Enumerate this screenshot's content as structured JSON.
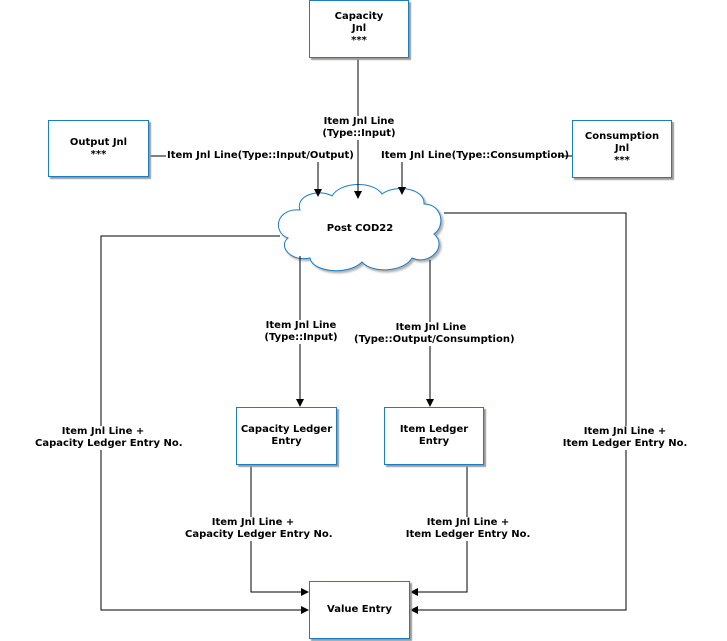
{
  "nodes": {
    "capacity_jnl": {
      "line1": "Capacity",
      "line2": "Jnl",
      "line3": "***"
    },
    "output_jnl": {
      "line1": "Output Jnl",
      "line2": "***"
    },
    "consumption_jnl": {
      "line1": "Consumption",
      "line2": "Jnl",
      "line3": "***"
    },
    "post": {
      "label": "Post COD22"
    },
    "capacity_ledger_entry": {
      "line1": "Capacity Ledger",
      "line2": "Entry"
    },
    "item_ledger_entry": {
      "line1": "Item Ledger",
      "line2": "Entry"
    },
    "value_entry": {
      "label": "Value Entry"
    }
  },
  "edges": {
    "capacity_to_post": {
      "line1": "Item Jnl Line",
      "line2": "(Type::Input)"
    },
    "output_to_post": {
      "label": "Item Jnl Line(Type::Input/Output)"
    },
    "consumption_to_post": {
      "label": "Item Jnl Line(Type::Consumption)"
    },
    "post_to_capacity_ledger": {
      "line1": "Item Jnl Line",
      "line2": "(Type::Input)"
    },
    "post_to_item_ledger": {
      "line1": "Item Jnl Line",
      "line2": "(Type::Output/Consumption)"
    },
    "post_left_to_value": {
      "line1": "Item Jnl Line +",
      "line2": "Capacity Ledger Entry No."
    },
    "post_right_to_value": {
      "line1": "Item Jnl Line +",
      "line2": "Item Ledger Entry No."
    },
    "capacity_ledger_to_value": {
      "line1": "Item Jnl Line +",
      "line2": "Capacity Ledger Entry No."
    },
    "item_ledger_to_value": {
      "line1": "Item Jnl Line +",
      "line2": "Item Ledger Entry No."
    }
  },
  "colors": {
    "box_border": "#1b7ec2",
    "cloud_fill": "#ffffff",
    "cloud_border": "#1b7ec2",
    "connector": "#000000"
  }
}
